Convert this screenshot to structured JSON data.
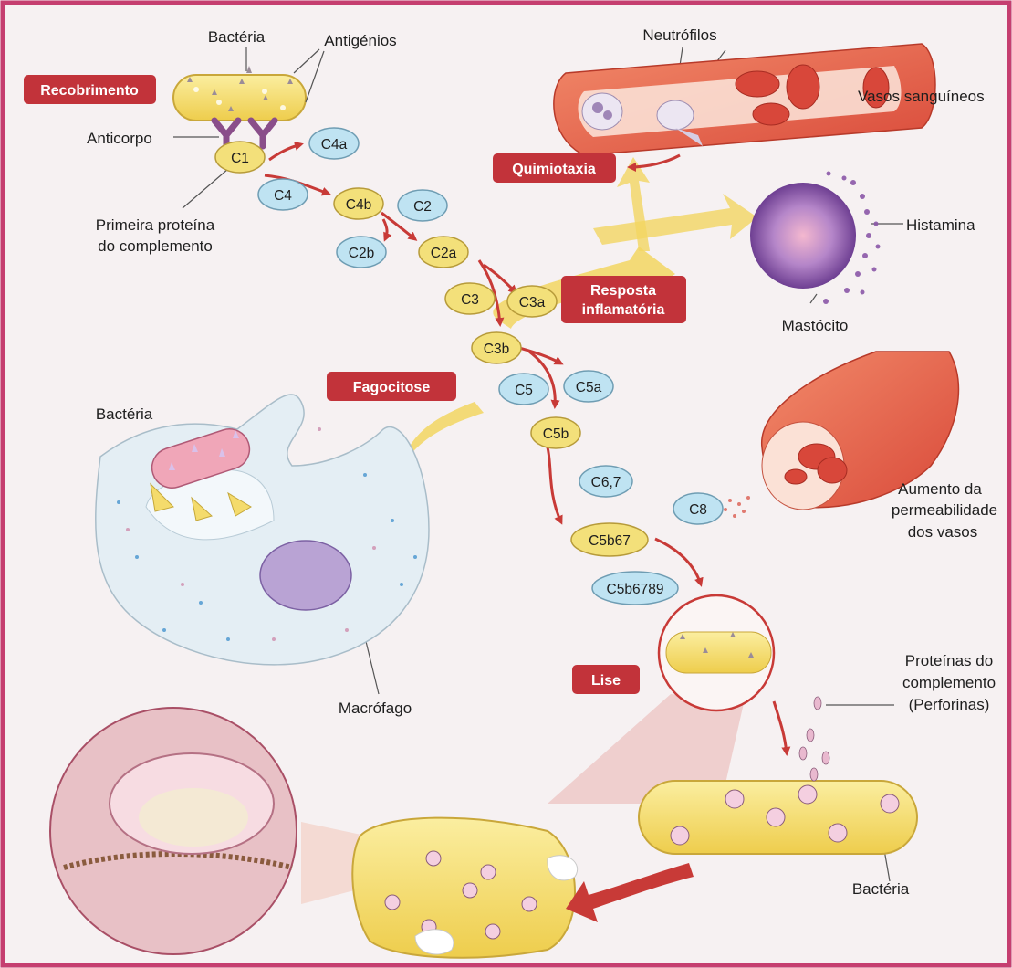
{
  "colors": {
    "frame": "#c53f70",
    "tag_fill": "#c2333a",
    "arrow": "#c83a37",
    "blue_molecule": "#bfe3f2",
    "yellow_molecule": "#f3e07a",
    "bacteria": "#f6de6e",
    "vessel": "#e8644a",
    "mast_cell": "#9a66b4",
    "macrophage": "#e4eef4",
    "yellow_arrow": "#f2d662"
  },
  "process_tags": {
    "recobrimento": "Recobrimento",
    "quimiotaxia": "Quimiotaxia",
    "resposta_line1": "Resposta",
    "resposta_line2": "inflamatória",
    "fagocitose": "Fagocitose",
    "lise": "Lise"
  },
  "labels": {
    "bacteria_top": "Bactéria",
    "antigenios": "Antigénios",
    "anticorpo": "Anticorpo",
    "primeira_line1": "Primeira proteína",
    "primeira_line2": "do complemento",
    "neutrofilos": "Neutrófilos",
    "vasos": "Vasos sanguíneos",
    "histamina": "Histamina",
    "mastocito": "Mastócito",
    "bacteria_macrophage": "Bactéria",
    "macrofago": "Macrófago",
    "aumento_line1": "Aumento da",
    "aumento_line2": "permeabilidade",
    "aumento_line3": "dos vasos",
    "proteinas_line1": "Proteínas do",
    "proteinas_line2": "complemento",
    "proteinas_line3": "(Perforinas)",
    "bacteria_bottom": "Bactéria"
  },
  "molecules": {
    "c1": "C1",
    "c4a": "C4a",
    "c4": "C4",
    "c4b": "C4b",
    "c2": "C2",
    "c2b": "C2b",
    "c2a": "C2a",
    "c3": "C3",
    "c3a": "C3a",
    "c3b": "C3b",
    "c5": "C5",
    "c5a": "C5a",
    "c5b": "C5b",
    "c67": "C6,7",
    "c8": "C8",
    "c5b67": "C5b67",
    "c5b6789": "C5b6789"
  }
}
